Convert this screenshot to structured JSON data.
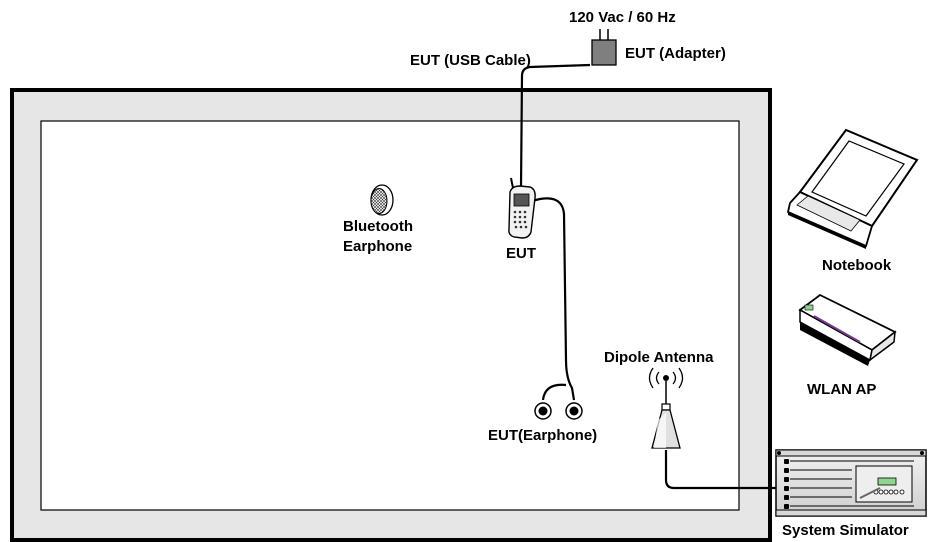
{
  "labels": {
    "power": "120 Vac / 60 Hz",
    "adapter": "EUT (Adapter)",
    "usb_cable": "EUT (USB Cable)",
    "bluetooth_line1": "Bluetooth",
    "bluetooth_line2": "Earphone",
    "eut": "EUT",
    "eut_earphone": "EUT(Earphone)",
    "dipole_antenna": "Dipole Antenna",
    "notebook": "Notebook",
    "wlan_ap": "WLAN AP",
    "system_simulator": "System Simulator"
  },
  "colors": {
    "chamber_fill": "#e6e6e6",
    "chamber_border": "#000000",
    "adapter": "#7f7f7f",
    "cable": "#000000",
    "lcd_green": "#8fd48f",
    "ap_accent": "#7a3a8c"
  },
  "icons": [
    "adapter-icon",
    "phone-icon",
    "bluetooth-earphone-icon",
    "earphone-icon",
    "dipole-antenna-icon",
    "notebook-icon",
    "wlan-ap-icon",
    "system-simulator-icon"
  ]
}
